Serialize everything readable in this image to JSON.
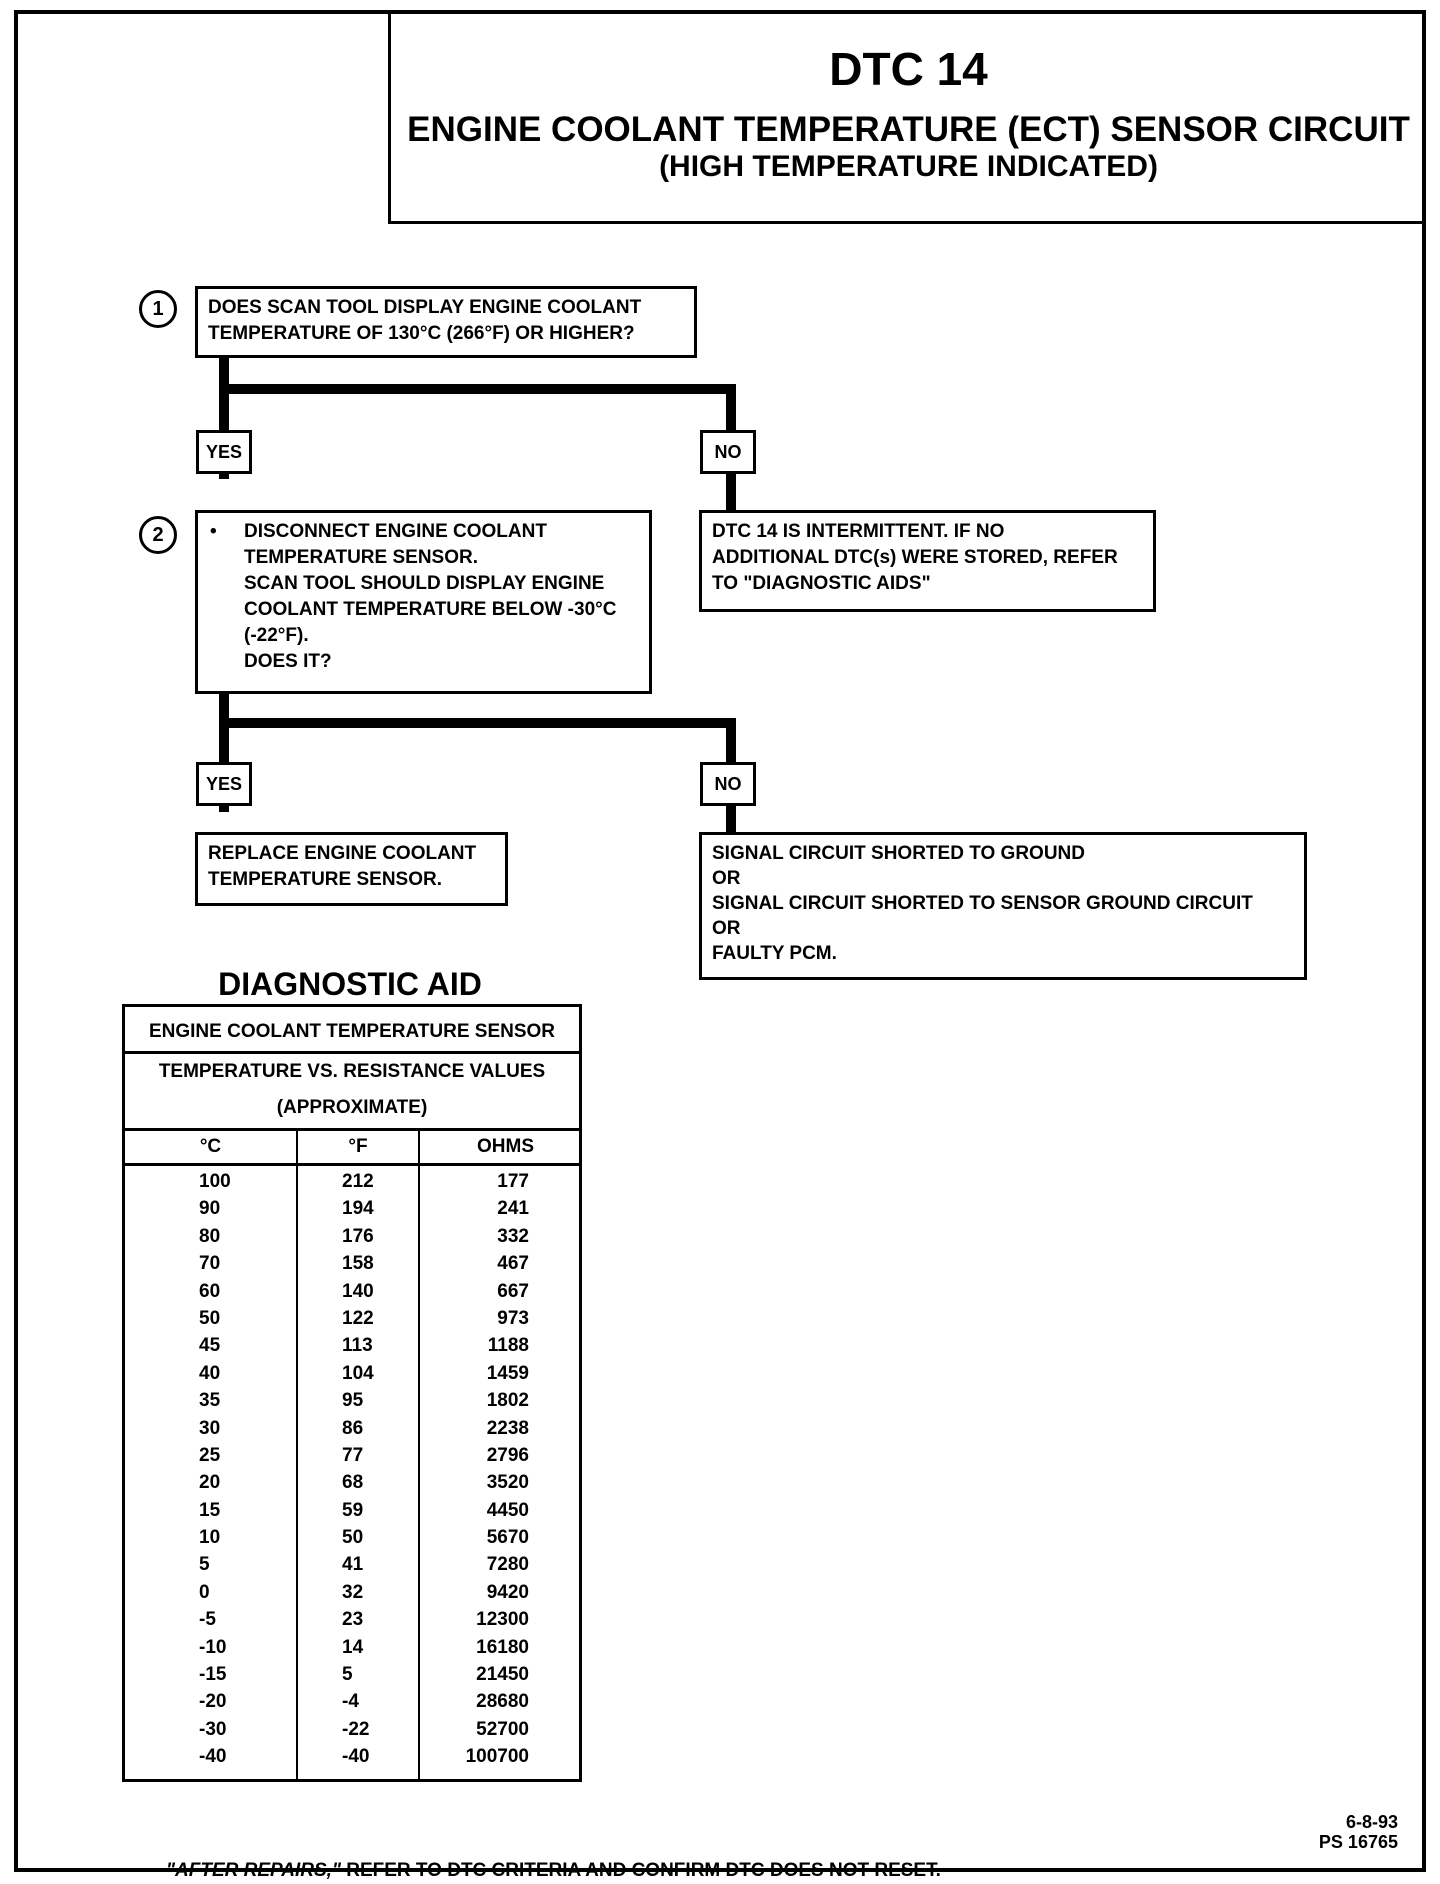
{
  "header": {
    "title": "DTC 14",
    "subtitle": "ENGINE COOLANT TEMPERATURE (ECT) SENSOR CIRCUIT",
    "subtitle2": "(HIGH TEMPERATURE INDICATED)"
  },
  "flowchart": {
    "step1": {
      "number": "1",
      "lines": [
        "DOES SCAN TOOL DISPLAY ENGINE COOLANT",
        "TEMPERATURE OF 130°C (266°F) OR HIGHER?"
      ]
    },
    "step1_yes": "YES",
    "step1_no": "NO",
    "step2": {
      "number": "2",
      "bullet": "•",
      "lines": [
        "DISCONNECT ENGINE COOLANT",
        "TEMPERATURE SENSOR.",
        "SCAN TOOL SHOULD DISPLAY ENGINE",
        "COOLANT TEMPERATURE BELOW -30°C",
        "(-22°F).",
        "DOES IT?"
      ]
    },
    "intermittent": {
      "lines": [
        "DTC 14 IS INTERMITTENT.  IF NO",
        "ADDITIONAL DTC(s) WERE STORED, REFER",
        "TO \"DIAGNOSTIC AIDS\""
      ]
    },
    "step2_yes": "YES",
    "step2_no": "NO",
    "replace": {
      "lines": [
        "REPLACE ENGINE COOLANT",
        "TEMPERATURE SENSOR."
      ]
    },
    "fault": {
      "lines": [
        "SIGNAL CIRCUIT  SHORTED TO GROUND",
        "OR",
        "SIGNAL CIRCUIT SHORTED TO SENSOR GROUND CIRCUIT",
        "OR",
        "FAULTY PCM."
      ]
    }
  },
  "diagnostic_aid": {
    "heading": "DIAGNOSTIC AID",
    "title": "ENGINE COOLANT TEMPERATURE SENSOR",
    "subtitle_line1": "TEMPERATURE VS. RESISTANCE VALUES",
    "subtitle_line2": "(APPROXIMATE)",
    "columns": [
      "°C",
      "°F",
      "OHMS"
    ],
    "rows": [
      [
        "100",
        "212",
        "177"
      ],
      [
        "90",
        "194",
        "241"
      ],
      [
        "80",
        "176",
        "332"
      ],
      [
        "70",
        "158",
        "467"
      ],
      [
        "60",
        "140",
        "667"
      ],
      [
        "50",
        "122",
        "973"
      ],
      [
        "45",
        "113",
        "1188"
      ],
      [
        "40",
        "104",
        "1459"
      ],
      [
        "35",
        "95",
        "1802"
      ],
      [
        "30",
        "86",
        "2238"
      ],
      [
        "25",
        "77",
        "2796"
      ],
      [
        "20",
        "68",
        "3520"
      ],
      [
        "15",
        "59",
        "4450"
      ],
      [
        "10",
        "50",
        "5670"
      ],
      [
        "5",
        "41",
        "7280"
      ],
      [
        "0",
        "32",
        "9420"
      ],
      [
        "-5",
        "23",
        "12300"
      ],
      [
        "-10",
        "14",
        "16180"
      ],
      [
        "-15",
        "5",
        "21450"
      ],
      [
        "-20",
        "-4",
        "28680"
      ],
      [
        "-30",
        "-22",
        "52700"
      ],
      [
        "-40",
        "-40",
        "100700"
      ]
    ]
  },
  "footer": {
    "note_emphasis": "\"AFTER REPAIRS,\"",
    "note_rest": " REFER TO DTC CRITERIA  AND CONFIRM DTC DOES NOT RESET.",
    "date": "6-8-93",
    "code": "PS 16765"
  }
}
